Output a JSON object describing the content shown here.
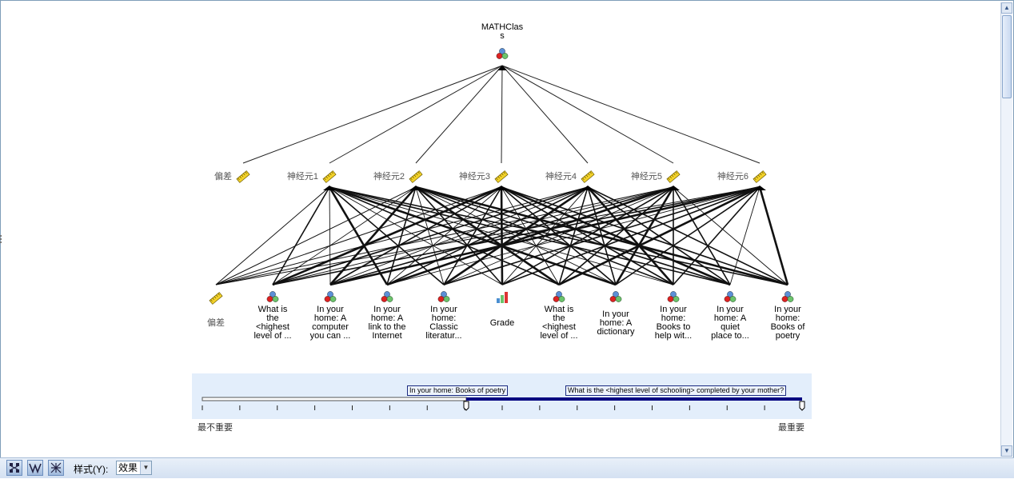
{
  "diagram": {
    "output_node": {
      "label_line1": "MATHClas",
      "label_line2": "s"
    },
    "hidden_layer": [
      {
        "label": "偏差"
      },
      {
        "label": "神经元1"
      },
      {
        "label": "神经元2"
      },
      {
        "label": "神经元3"
      },
      {
        "label": "神经元4"
      },
      {
        "label": "神经元5"
      },
      {
        "label": "神经元6"
      }
    ],
    "input_layer": [
      {
        "lines": [
          "偏差"
        ],
        "icon": "ruler-icon",
        "bias": true
      },
      {
        "lines": [
          "What is",
          "the",
          "<highest",
          "level of ..."
        ],
        "icon": "nominal-icon"
      },
      {
        "lines": [
          "In your",
          "home: A",
          "computer",
          "you can ..."
        ],
        "icon": "nominal-icon"
      },
      {
        "lines": [
          "In your",
          "home: A",
          "link to the",
          "Internet"
        ],
        "icon": "nominal-icon"
      },
      {
        "lines": [
          "In your",
          "home:",
          "Classic",
          "literatur..."
        ],
        "icon": "nominal-icon"
      },
      {
        "lines": [
          "Grade"
        ],
        "icon": "ordinal-icon"
      },
      {
        "lines": [
          "What is",
          "the",
          "<highest",
          "level of ..."
        ],
        "icon": "nominal-icon"
      },
      {
        "lines": [
          "In your",
          "home: A",
          "dictionary"
        ],
        "icon": "nominal-icon"
      },
      {
        "lines": [
          "In your",
          "home:",
          "Books to",
          "help wit..."
        ],
        "icon": "nominal-icon"
      },
      {
        "lines": [
          "In your",
          "home: A",
          "quiet",
          "place to..."
        ],
        "icon": "nominal-icon"
      },
      {
        "lines": [
          "In your",
          "home:",
          "Books of",
          "poetry"
        ],
        "icon": "nominal-icon"
      }
    ]
  },
  "importance_slider": {
    "left_tooltip": "In your home: Books of poetry",
    "right_tooltip": "What is the <highest level of schooling> completed by your mother?",
    "min_label": "最不重要",
    "max_label": "最重要",
    "low_handle_value": 0.44,
    "high_handle_value": 1.0,
    "colors": {
      "track_dark": "#000080",
      "track_light": "#555555",
      "background": "#e3eefb"
    }
  },
  "toolbar": {
    "buttons": [
      "network-view-icon",
      "weights-view-icon",
      "matrix-view-icon"
    ],
    "style_label": "样式(Y):",
    "style_value": "效果"
  }
}
